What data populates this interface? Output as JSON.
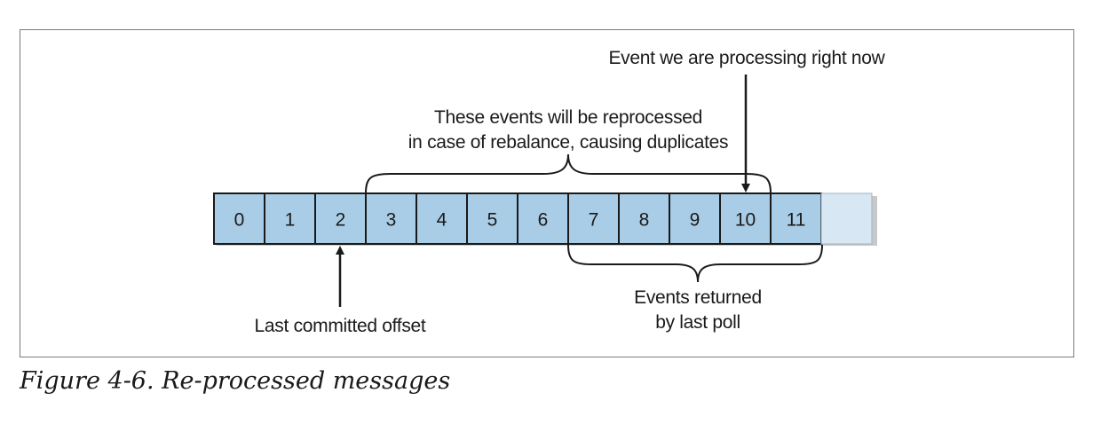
{
  "diagram": {
    "offsets": [
      "0",
      "1",
      "2",
      "3",
      "4",
      "5",
      "6",
      "7",
      "8",
      "9",
      "10",
      "11"
    ],
    "labels": {
      "processing_now": "Event we are processing right now",
      "reprocessed_line1": "These events will be reprocessed",
      "reprocessed_line2": "in case of rebalance, causing duplicates",
      "last_committed": "Last committed offset",
      "returned_line1": "Events returned",
      "returned_line2": "by last poll"
    },
    "colors": {
      "cell_fill": "#a9cde6",
      "empty_fill": "#d7e7f3",
      "stroke": "#1a1a1a",
      "shadow": "#9a9a9a"
    }
  },
  "caption": "Figure 4-6. Re-processed messages"
}
